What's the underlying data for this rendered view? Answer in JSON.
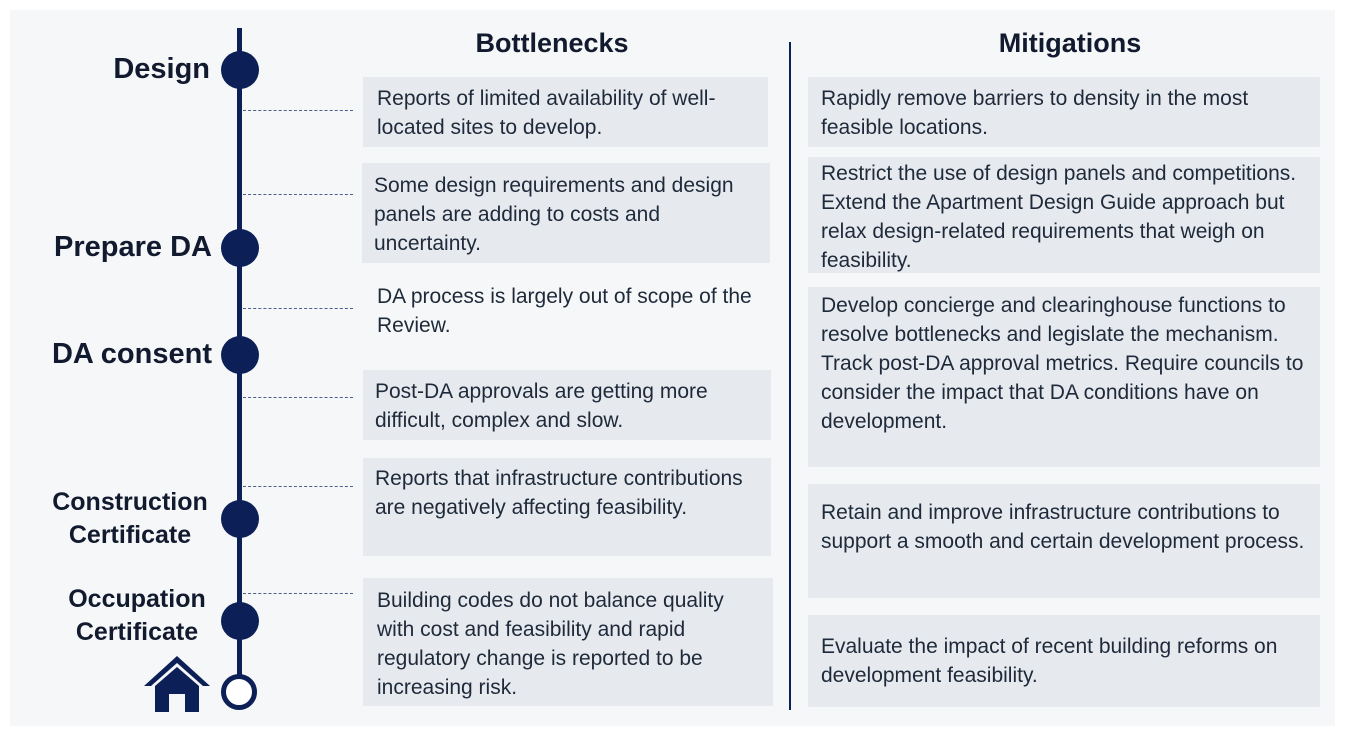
{
  "headers": {
    "bottlenecks": "Bottlenecks",
    "mitigations": "Mitigations"
  },
  "stages": [
    {
      "label": "Design"
    },
    {
      "label": "Prepare DA"
    },
    {
      "label": "DA consent"
    },
    {
      "label": "Construction Certificate"
    },
    {
      "label": "Occupation Certificate"
    }
  ],
  "end_icon": "house-icon",
  "bottlenecks": [
    "Reports of limited availability of well-located sites to develop.",
    "Some design requirements and design panels are adding to costs and uncertainty.",
    "DA process is largely out of scope of the Review.",
    "Post-DA approvals are getting more difficult, complex and slow.",
    "Reports that infrastructure contributions are negatively affecting feasibility.",
    "Building codes do not balance quality with cost and feasibility and rapid regulatory change is reported to be increasing risk."
  ],
  "mitigations": [
    "Rapidly remove barriers to density in the most feasible locations.",
    "Restrict the use of design panels and competitions. Extend the Apartment Design Guide approach but relax design-related requirements that weigh on feasibility.",
    "Develop concierge and clearinghouse functions to resolve bottlenecks and legislate the mechanism. Track post-DA approval metrics. Require councils to consider the impact that DA conditions have on development.",
    "Retain and improve infrastructure contributions to support a smooth and certain development process.",
    "Evaluate the impact of recent building reforms on development feasibility."
  ],
  "colors": {
    "navy": "#0c2057",
    "box_fill": "#e6e9ee",
    "text": "#1e2a3a"
  }
}
